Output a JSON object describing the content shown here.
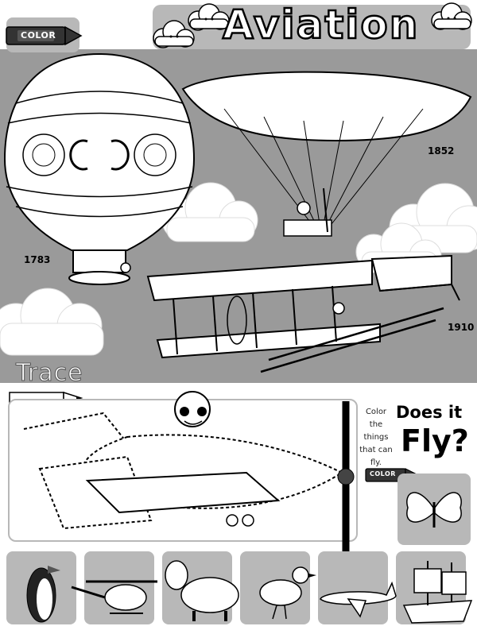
{
  "title": "Aviation",
  "crayon_label": "COLOR",
  "aircraft": [
    {
      "name": "hot air balloon",
      "year": "1783"
    },
    {
      "name": "airship",
      "year": "1852"
    },
    {
      "name": "biplane",
      "year": "1910"
    }
  ],
  "trace_label": "Trace",
  "quiz": {
    "instruction": "Color the things that can fly.",
    "heading_line1": "Does it",
    "heading_line2": "Fly?",
    "crayon_label": "COLOR"
  },
  "bottom_items": [
    "penguin",
    "helicopter",
    "hippo",
    "bird",
    "airplane",
    "ship"
  ],
  "colors": {
    "sky": "#9a9a9a",
    "panel": "#b8b8b8",
    "ink": "#000000",
    "paper": "#ffffff"
  }
}
